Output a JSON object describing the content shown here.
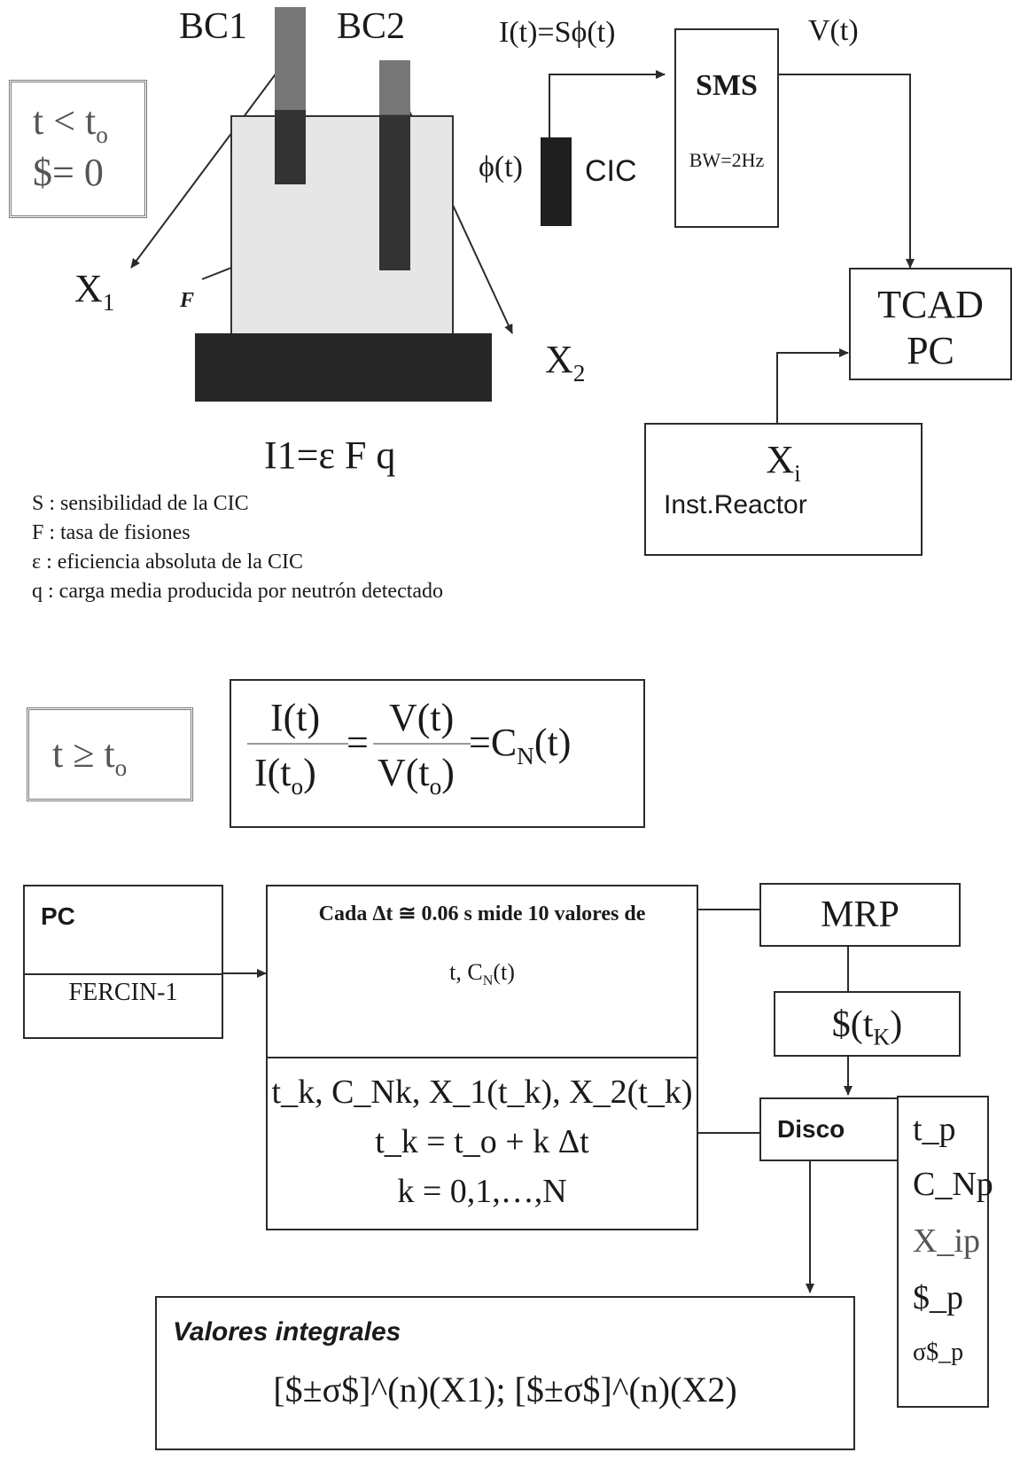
{
  "reactor": {
    "bc1": "BC1",
    "bc2": "BC2",
    "x1": "X",
    "x1_sub": "1",
    "x2": "X",
    "x2_sub": "2",
    "f_label": "F",
    "formula": "I1=ε F q"
  },
  "cond1": {
    "line1": "t < t",
    "line1_sub": "o",
    "line2": "$= 0"
  },
  "cond2": {
    "text": "t ≥ t",
    "sub": "o"
  },
  "signal": {
    "it_label": "I(t)=Sϕ(t)",
    "phi_label": "ϕ(t)",
    "cic_label": "CIC",
    "vt_label": "V(t)"
  },
  "sms": {
    "title": "SMS",
    "bw": "BW=2Hz"
  },
  "tcad": {
    "line1": "TCAD",
    "line2": "PC"
  },
  "inst": {
    "xi": "X",
    "xi_sub": "i",
    "label": "Inst.Reactor"
  },
  "legend": [
    "S : sensibilidad de la CIC",
    "F : tasa de fisiones",
    "ε : eficiencia absoluta de la CIC",
    "q : carga media producida por neutrón detectado"
  ],
  "ratio": {
    "num1": "I(t)",
    "den1_a": "I(t",
    "den1_sub": "o",
    "den1_b": ")",
    "eq": "=",
    "num2": "V(t)",
    "den2_a": "V(t",
    "den2_sub": "o",
    "den2_b": ")",
    "rhs_a": "=C",
    "rhs_sub": "N",
    "rhs_b": "(t)"
  },
  "pc": {
    "title": "PC",
    "program": "FERCIN-1"
  },
  "proc": {
    "line1": "Cada Δt ≅ 0.06 s mide 10 valores de",
    "line2_a": "t, C",
    "line2_sub": "N",
    "line2_b": "(t)",
    "l3": "t_k, C_Nk, X_1(t_k), X_2(t_k)",
    "l4": "t_k = t_o + k Δt",
    "l5": "k = 0,1,…,N"
  },
  "mrp": {
    "label": "MRP"
  },
  "react": {
    "a": "$(t",
    "sub": "K",
    "b": ")"
  },
  "disco": {
    "label": "Disco"
  },
  "side": [
    "t_p",
    "C_Np",
    "X_ip",
    "$_p",
    "σ$_p"
  ],
  "integ": {
    "title": "Valores integrales",
    "formula": "[$±σ$]^(n)(X1); [$±σ$]^(n)(X2)"
  }
}
